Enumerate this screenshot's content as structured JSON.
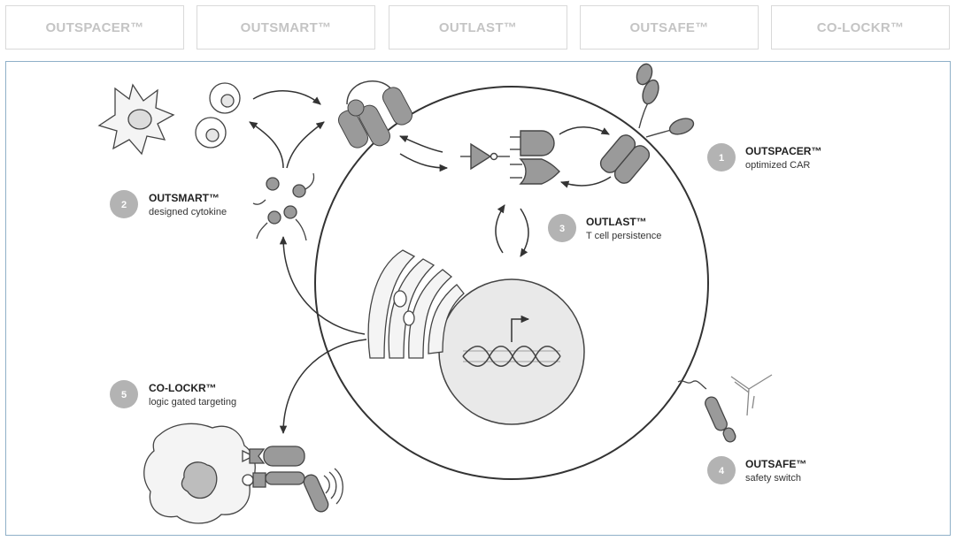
{
  "tabs": [
    {
      "label": "OUTSPACER™"
    },
    {
      "label": "OUTSMART™"
    },
    {
      "label": "OUTLAST™"
    },
    {
      "label": "OUTSAFE™"
    },
    {
      "label": "CO-LOCKR™"
    }
  ],
  "diagram": {
    "labels": [
      {
        "number": "1",
        "title": "OUTSPACER™",
        "subtitle": "optimized CAR"
      },
      {
        "number": "2",
        "title": "OUTSMART™",
        "subtitle": "designed cytokine"
      },
      {
        "number": "3",
        "title": "OUTLAST™",
        "subtitle": "T cell persistence"
      },
      {
        "number": "4",
        "title": "OUTSAFE™",
        "subtitle": "safety switch"
      },
      {
        "number": "5",
        "title": "CO-LOCKR™",
        "subtitle": "logic gated targeting"
      }
    ]
  },
  "colors": {
    "tab_text": "#c4c4c4",
    "tab_border": "#d9d9d9",
    "panel_border": "#8fb0c8",
    "badge": "#b3b3b3",
    "component_fill": "#9a9a9a",
    "line": "#333333",
    "nucleus_fill": "#e9e9e9"
  }
}
